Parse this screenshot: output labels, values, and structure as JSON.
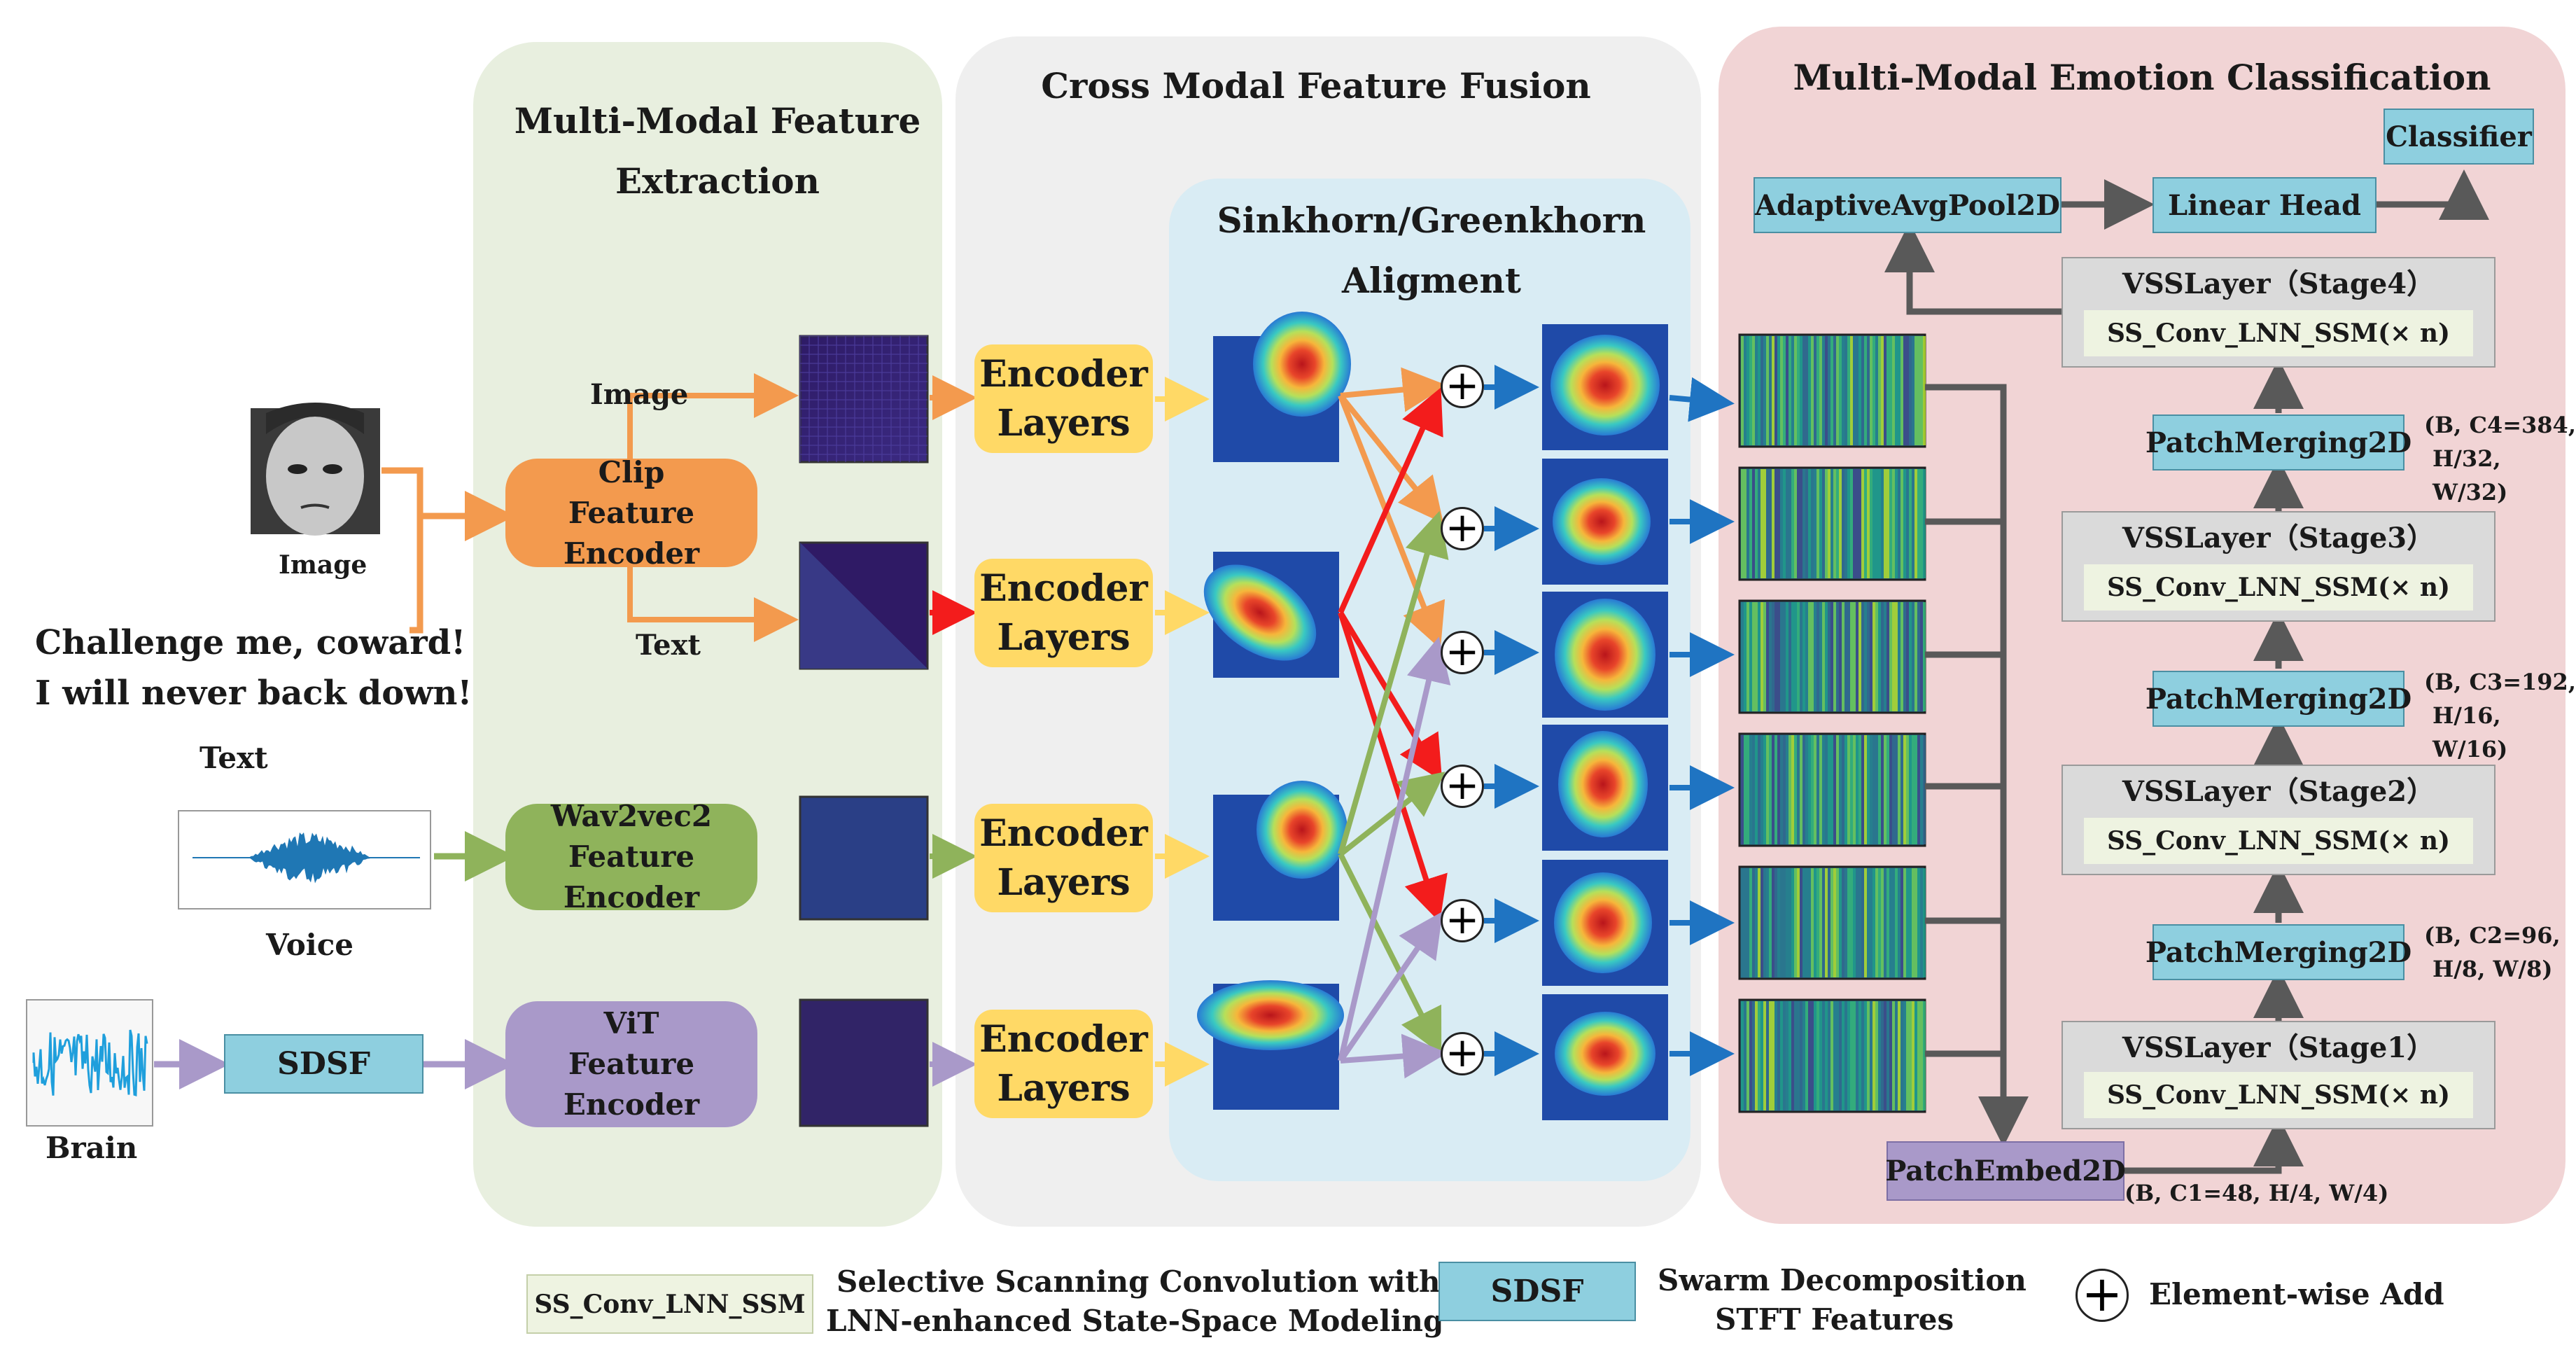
{
  "panels": {
    "extraction_title": "Multi-Modal Feature Extraction",
    "fusion_title": "Cross Modal Feature Fusion",
    "alignment_title": "Sinkhorn/Greenkhorn Aligment",
    "classification_title": "Multi-Modal Emotion Classification"
  },
  "inputs": {
    "image_label": "Image",
    "text_line1": "Challenge me, coward!",
    "text_line2": "I will never back down!",
    "text_label": "Text",
    "voice_label": "Voice",
    "brain_label": "Brain",
    "sdsf_box": "SDSF"
  },
  "encoders": {
    "clip_line1": "Clip",
    "clip_line2": "Feature Encoder",
    "clip_image_branch": "Image",
    "clip_text_branch": "Text",
    "wav_line1": "Wav2vec2",
    "wav_line2": "Feature Encoder",
    "vit_line1": "ViT",
    "vit_line2": "Feature Encoder",
    "encoder_line1": "Encoder",
    "encoder_line2": "Layers"
  },
  "classification": {
    "classifier": "Classifier",
    "adaptive_pool": "AdaptiveAvgPool2D",
    "linear_head": "Linear Head",
    "stages": [
      {
        "name": "VSSLayer（Stage4）",
        "block": "SS_Conv_LNN_SSM(× n)"
      },
      {
        "name": "VSSLayer（Stage3）",
        "block": "SS_Conv_LNN_SSM(× n)"
      },
      {
        "name": "VSSLayer（Stage2）",
        "block": "SS_Conv_LNN_SSM(× n)"
      },
      {
        "name": "VSSLayer（Stage1）",
        "block": "SS_Conv_LNN_SSM(× n)"
      }
    ],
    "merges": [
      {
        "label": "PatchMerging2D",
        "shape1": "(B, C4=384,",
        "shape2": "H/32, W/32)"
      },
      {
        "label": "PatchMerging2D",
        "shape1": "(B, C3=192,",
        "shape2": "H/16, W/16)"
      },
      {
        "label": "PatchMerging2D",
        "shape1": "(B, C2=96,",
        "shape2": "H/8, W/8)"
      }
    ],
    "patch_embed": "PatchEmbed2D",
    "patch_embed_shape": "(B, C1=48, H/4, W/4)"
  },
  "legend": {
    "ss_box": "SS_Conv_LNN_SSM",
    "ss_desc1": "Selective Scanning Convolution with",
    "ss_desc2": "LNN-enhanced State-Space Modeling",
    "sdsf_box": "SDSF",
    "sdsf_desc1": "Swarm Decomposition",
    "sdsf_desc2": "STFT Features",
    "add_desc": "Element-wise Add"
  },
  "colors": {
    "image_branch": "#f39a4e",
    "text_branch": "#f31c1c",
    "voice_branch": "#8fb35b",
    "brain_branch": "#a999c9",
    "fusion_arrow": "#1f74c2",
    "encoder_arrow": "#ffd966",
    "gray_arrow": "#595959"
  }
}
